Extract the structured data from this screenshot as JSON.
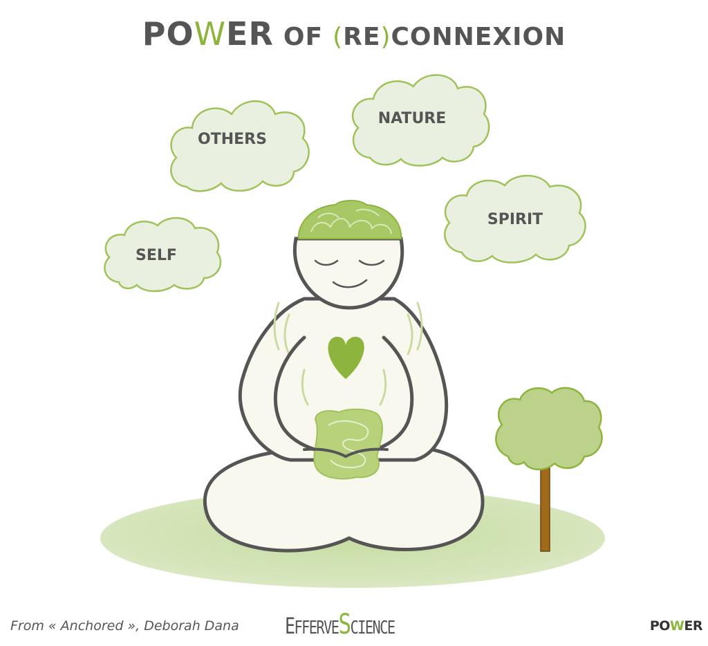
{
  "title": {
    "power_p": "P",
    "power_o": "O",
    "power_w": "W",
    "power_er": "ER",
    "of": "OF",
    "paren_open": "(",
    "re": "RE",
    "paren_close": ")",
    "connexion": "CONNEXION"
  },
  "clouds": {
    "others": "OTHERS",
    "nature": "NATURE",
    "spirit": "SPIRIT",
    "self": "SELF"
  },
  "footer": {
    "source": "From « Anchored », Deborah Dana",
    "brand_e": "E",
    "brand_fferve": "FFERVE",
    "brand_s": "S",
    "brand_cience": "CIENCE",
    "logo_po": "PO",
    "logo_w": "W",
    "logo_er": "ER"
  },
  "colors": {
    "accent_green": "#8db43c",
    "cloud_fill": "#eaf0df",
    "body_fill": "#f9f8ef",
    "outline": "#555555",
    "trunk": "#a06a1a"
  }
}
